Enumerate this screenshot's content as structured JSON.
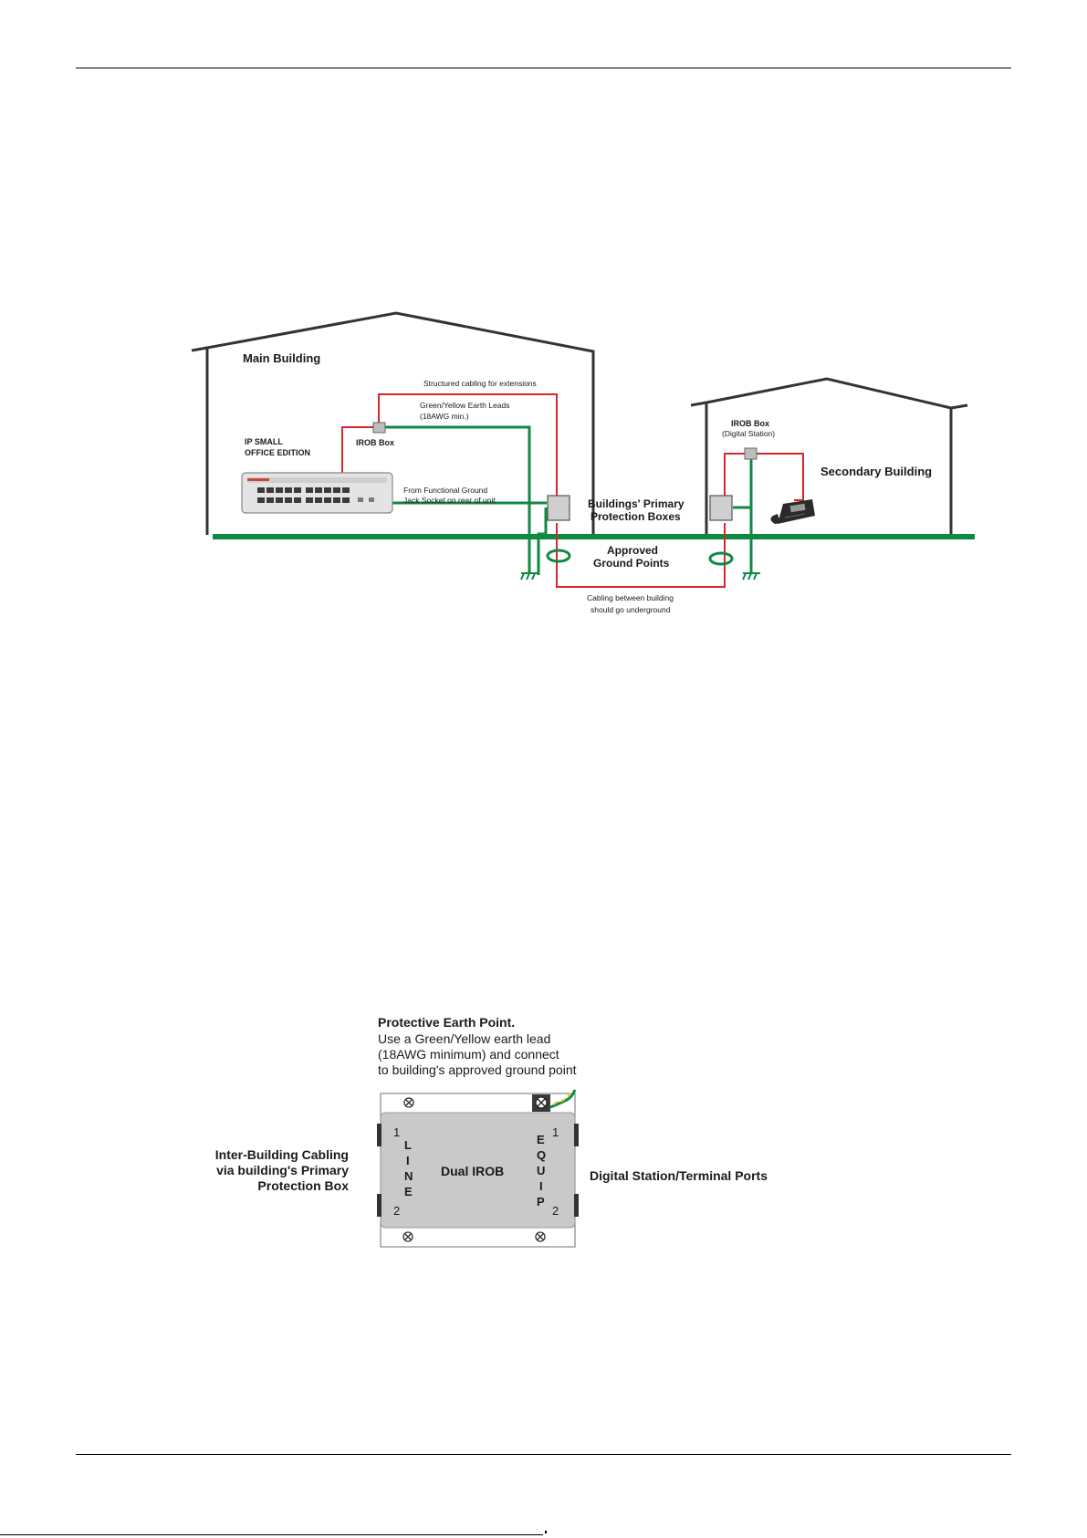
{
  "diagram1": {
    "main_building": "Main Building",
    "secondary_building": "Secondary Building",
    "ip_small_line1": "IP SMALL",
    "ip_small_line2": "OFFICE EDITION",
    "irob_box_main": "IROB Box",
    "irob_box_secondary_line1": "IROB Box",
    "irob_box_secondary_line2": "(Digital Station)",
    "structured_cabling": "Structured cabling for extensions",
    "earth_leads_line1": "Green/Yellow Earth Leads",
    "earth_leads_line2": "(18AWG min.)",
    "functional_ground_line1": "From Functional Ground",
    "functional_ground_line2": "Jack Socket on rear of unit",
    "primary_protection_line1": "Buildings' Primary",
    "primary_protection_line2": "Protection Boxes",
    "approved_ground_line1": "Approved",
    "approved_ground_line2": "Ground Points",
    "underground_line1": "Cabling between building",
    "underground_line2": "should go underground"
  },
  "diagram2": {
    "protective_title": "Protective Earth Point.",
    "protective_line1": "Use a Green/Yellow earth lead",
    "protective_line2": "(18AWG minimum) and connect",
    "protective_line3": "to building's approved ground point",
    "inter_line1": "Inter-Building Cabling",
    "inter_line2": "via building's Primary",
    "inter_line3": "Protection Box",
    "dual_irob": "Dual IROB",
    "digital_ports": "Digital Station/Terminal Ports",
    "line_letters": [
      "L",
      "I",
      "N",
      "E"
    ],
    "equip_letters": [
      "E",
      "Q",
      "U",
      "I",
      "P"
    ],
    "port_1": "1",
    "port_2": "2"
  },
  "colors": {
    "red": "#d9262c",
    "green": "#0f8a43",
    "box_gray": "#c9c9c9"
  }
}
